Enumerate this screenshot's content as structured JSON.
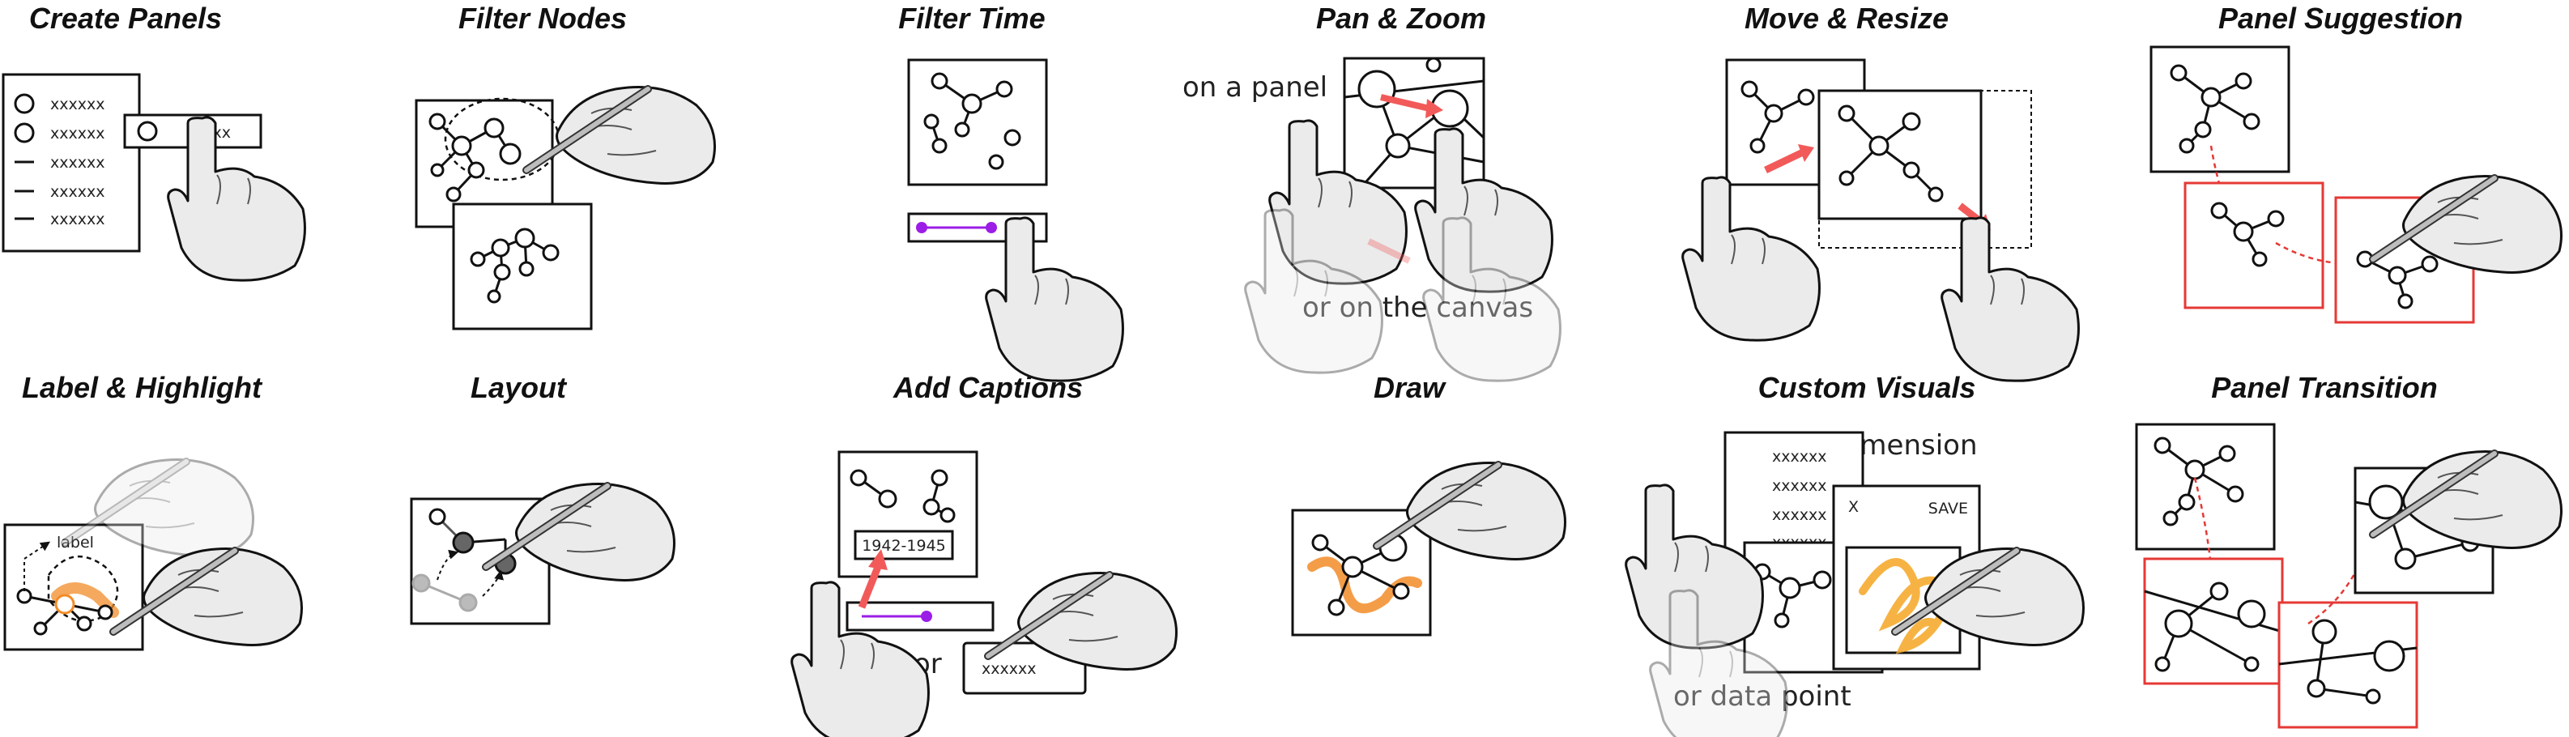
{
  "titles": {
    "create_panels": "Create Panels",
    "filter_nodes": "Filter Nodes",
    "filter_time": "Filter Time",
    "pan_zoom": "Pan & Zoom",
    "move_resize": "Move & Resize",
    "panel_suggestion": "Panel Suggestion",
    "label_highlight": "Label & Highlight",
    "layout": "Layout",
    "add_captions": "Add Captions",
    "draw": "Draw",
    "custom_visuals": "Custom Visuals",
    "panel_transition": "Panel Transition"
  },
  "create_panels": {
    "list_item": "xxxxxx",
    "dragged_item": "xxxx"
  },
  "pan_zoom": {
    "on_panel": "on a panel",
    "on_canvas": "or on the canvas"
  },
  "label_highlight": {
    "label": "label"
  },
  "add_captions": {
    "caption": "1942-1945",
    "or": "or",
    "typed": "xxxxxx"
  },
  "custom_visuals": {
    "list_item": "xxxxxx",
    "data_dimension": "data dimension",
    "close": "X",
    "save": "SAVE",
    "data_point": "or data point"
  },
  "colors": {
    "highlight": "#f28c28",
    "arrow": "#f25a5a",
    "suggestion": "#e53935",
    "slider": "#9b1de6",
    "hand": "#e9e9e9"
  }
}
